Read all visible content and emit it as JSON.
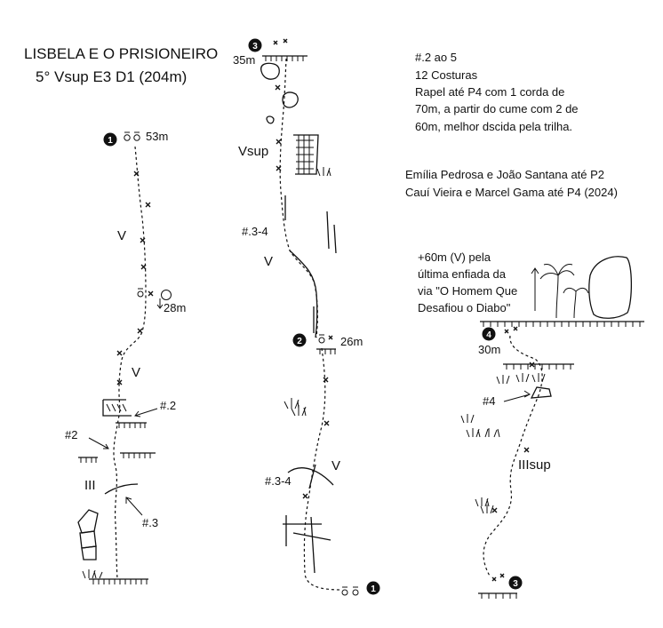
{
  "title": "LISBELA E O PRISIONEIRO",
  "subtitle": "5° Vsup E3 D1 (204m)",
  "notes": {
    "line1": "#.2 ao 5",
    "line2": "12 Costuras",
    "line3": "Rapel até P4 com 1 corda de",
    "line4": "70m, a partir do cume com 2 de",
    "line5": "60m, melhor dscida pela trilha."
  },
  "credits": {
    "line1": "Emília Pedrosa e João Santana até P2",
    "line2": "Cauí Vieira e Marcel Gama até P4 (2024)"
  },
  "extension": {
    "line1": "+60m (V) pela",
    "line2": "última enfiada da",
    "line3": "via \"O Homem Que",
    "line4": "Desafiou o Diabo\""
  },
  "pitch1": {
    "belay_number": "1",
    "belay_length": "53m",
    "grade_upper": "V",
    "grade_lower": "V",
    "grade_start": "III",
    "rappel_length": "28m",
    "cam_a": "#.2",
    "cam_b": "#2",
    "cam_c": "#.3"
  },
  "pitch2": {
    "start_belay_number": "1",
    "end_belay_number": "2",
    "end_belay_length": "26m",
    "grade": "V",
    "cams": "#.3-4"
  },
  "pitch3": {
    "start_belay_number": "2",
    "end_belay_number": "3",
    "end_belay_length": "35m",
    "grade_lower": "V",
    "grade_upper": "Vsup",
    "cams": "#.3-4"
  },
  "pitch4": {
    "start_belay_number": "3",
    "end_belay_number": "4",
    "end_belay_length": "30m",
    "grade": "IIIsup",
    "cams": "#4"
  }
}
